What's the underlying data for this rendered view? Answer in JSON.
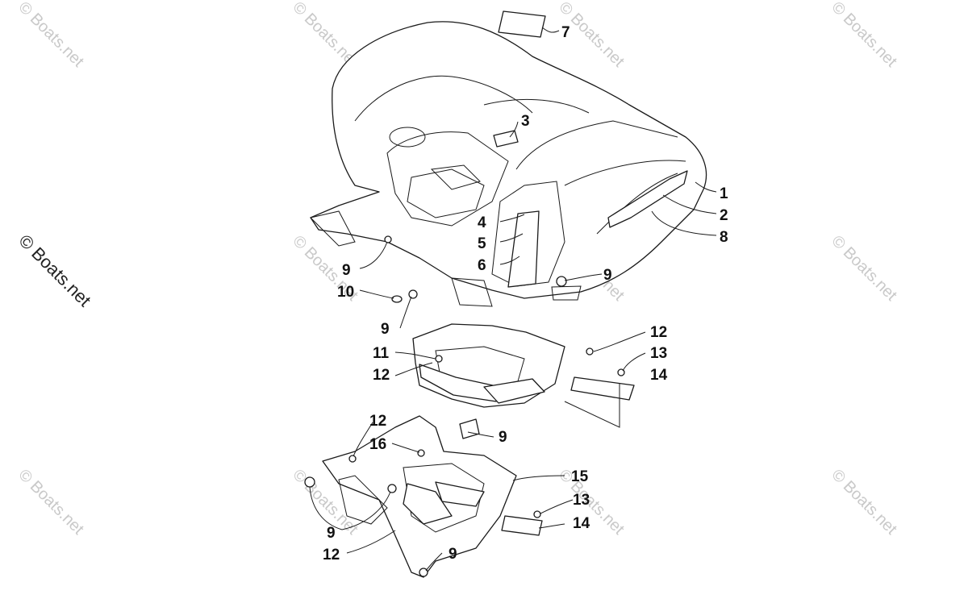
{
  "watermark": "© Boats.net",
  "callouts": [
    {
      "id": "c7",
      "text": "7"
    },
    {
      "id": "c3",
      "text": "3"
    },
    {
      "id": "c1",
      "text": "1"
    },
    {
      "id": "c2",
      "text": "2"
    },
    {
      "id": "c8",
      "text": "8"
    },
    {
      "id": "c4",
      "text": "4"
    },
    {
      "id": "c5",
      "text": "5"
    },
    {
      "id": "c6",
      "text": "6"
    },
    {
      "id": "c9a",
      "text": "9"
    },
    {
      "id": "c9b",
      "text": "9"
    },
    {
      "id": "c10",
      "text": "10"
    },
    {
      "id": "c9c",
      "text": "9"
    },
    {
      "id": "c12a",
      "text": "12"
    },
    {
      "id": "c11",
      "text": "11"
    },
    {
      "id": "c13a",
      "text": "13"
    },
    {
      "id": "c12b",
      "text": "12"
    },
    {
      "id": "c14a",
      "text": "14"
    },
    {
      "id": "c12c",
      "text": "12"
    },
    {
      "id": "c16",
      "text": "16"
    },
    {
      "id": "c9d",
      "text": "9"
    },
    {
      "id": "c15",
      "text": "15"
    },
    {
      "id": "c13b",
      "text": "13"
    },
    {
      "id": "c14b",
      "text": "14"
    },
    {
      "id": "c9e",
      "text": "9"
    },
    {
      "id": "c12d",
      "text": "12"
    },
    {
      "id": "c9f",
      "text": "9"
    }
  ]
}
